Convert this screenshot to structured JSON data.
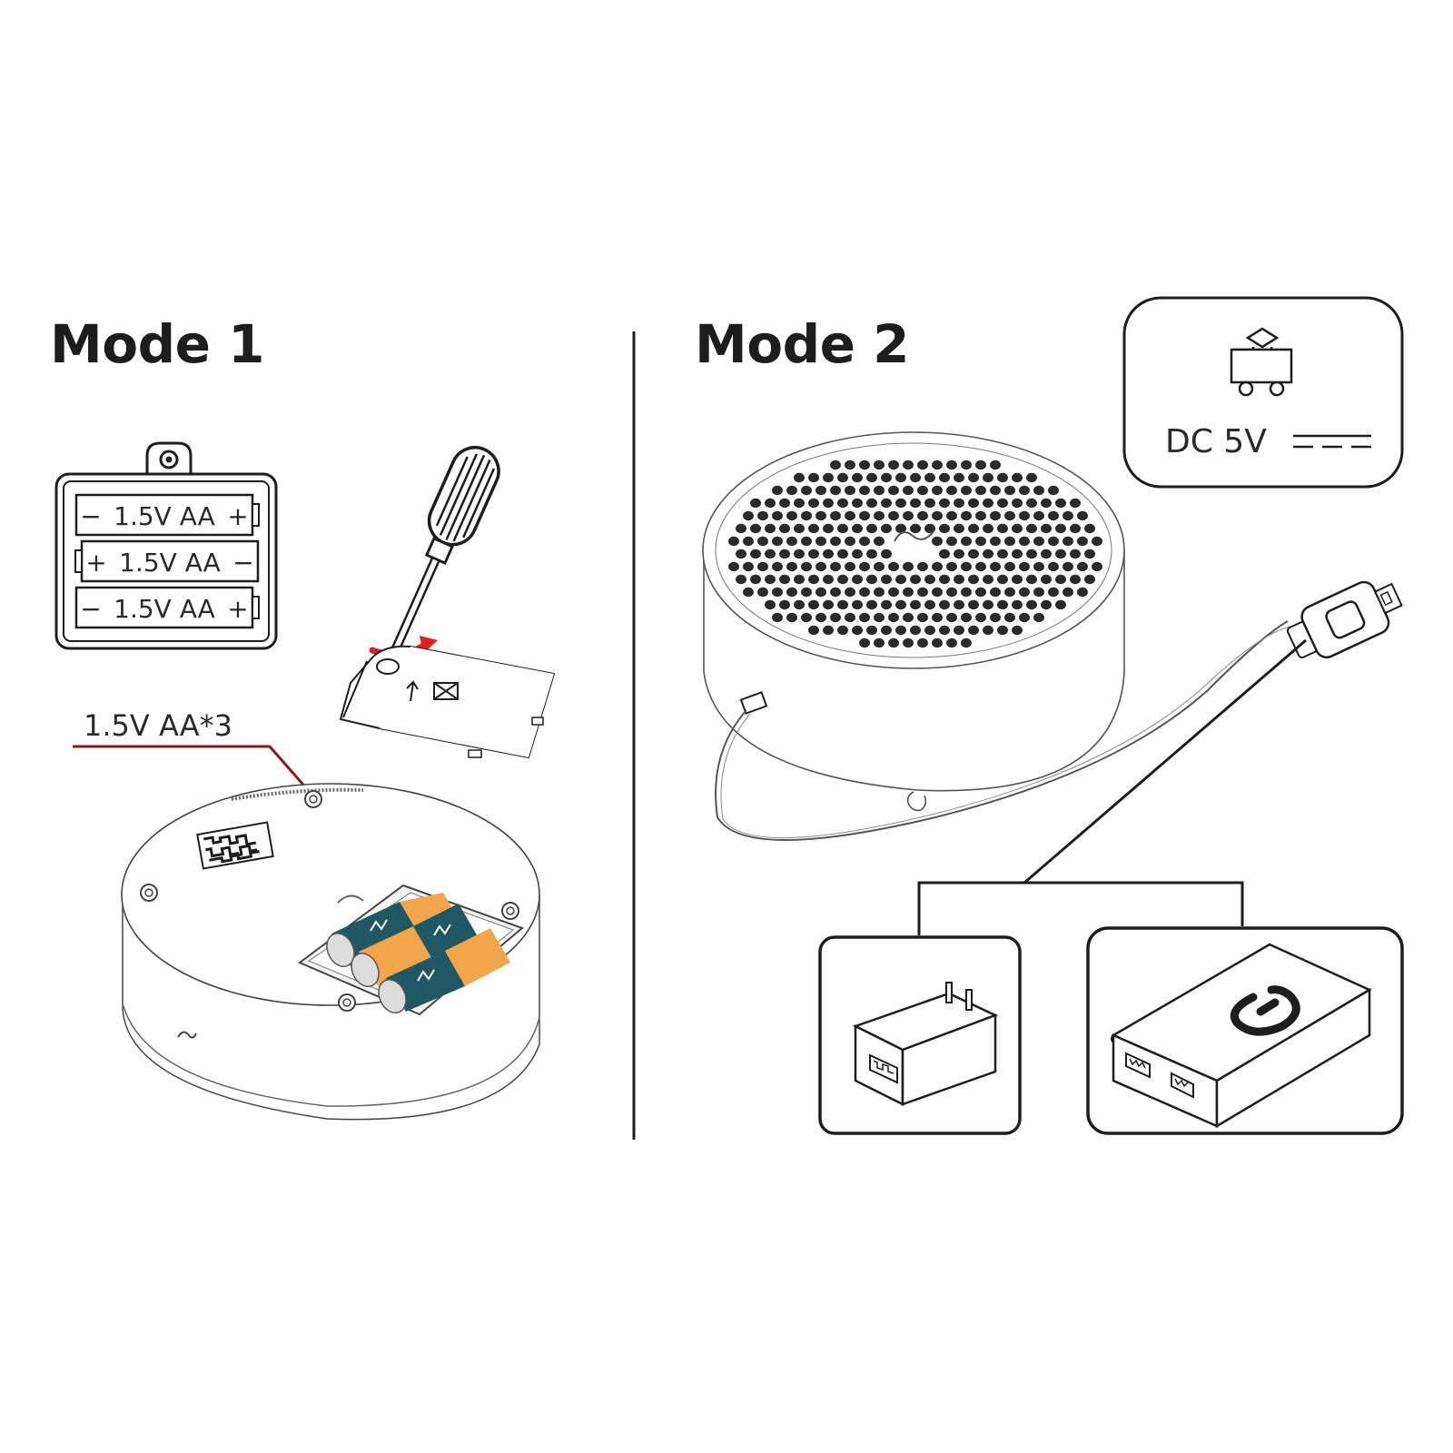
{
  "mode1": {
    "title": "Mode 1",
    "battery_rows": [
      {
        "left": "−",
        "text": "1.5V AA",
        "right": "+"
      },
      {
        "left": "+",
        "text": "1.5V AA",
        "right": "−"
      },
      {
        "left": "−",
        "text": "1.5V AA",
        "right": "+"
      }
    ],
    "callout": "1.5V AA*3"
  },
  "mode2": {
    "title": "Mode 2",
    "power_spec": {
      "icon": "toy-train-icon",
      "label": "DC  5V",
      "symbol": "dc-symbol"
    },
    "sources": [
      {
        "name": "wall-adapter",
        "icon": "usb-wall-adapter-icon"
      },
      {
        "name": "power-bank",
        "icon": "power-bank-icon"
      }
    ]
  },
  "colors": {
    "ink": "#1d1d1d",
    "battery_teal": "#1f5863",
    "battery_orange": "#f2a54a",
    "callout_red": "#8b1a1a",
    "arrow_red": "#e02020"
  }
}
